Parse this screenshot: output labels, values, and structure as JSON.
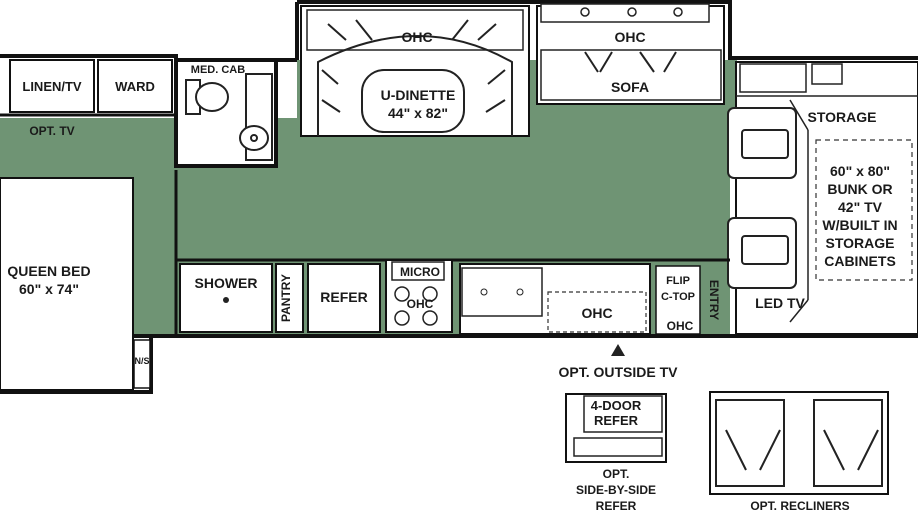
{
  "colors": {
    "floor": "#6f9474",
    "wall": "#111111",
    "fixture_fill": "#ffffff",
    "line": "#222222"
  },
  "labels": {
    "linen_tv": "LINEN/TV",
    "ward": "WARD",
    "med_cab": "MED. CAB",
    "opt_tv": "OPT. TV",
    "ohc": "OHC",
    "u_dinette": "U-DINETTE",
    "u_dinette_size": "44\" x 82\"",
    "sofa": "SOFA",
    "storage": "STORAGE",
    "bunk_lines": [
      "60\" x 80\"",
      "BUNK OR",
      "42\" TV",
      "W/BUILT IN",
      "STORAGE",
      "CABINETS"
    ],
    "queen_bed": "QUEEN BED",
    "queen_bed_size": "60\" x 74\"",
    "shower": "SHOWER",
    "pantry": "PANTRY",
    "refer": "REFER",
    "micro": "MICRO",
    "flip": "FLIP",
    "c_top": "C-TOP",
    "entry": "ENTRY",
    "led_tv": "LED TV",
    "ns": "N/S",
    "opt_outside_tv": "OPT. OUTSIDE TV",
    "four_door": "4-DOOR",
    "four_door_refer": "REFER",
    "opt_side_by_side": [
      "OPT.",
      "SIDE-BY-SIDE",
      "REFER"
    ],
    "opt_recliners": "OPT. RECLINERS"
  },
  "icons": {
    "toilet": "toilet-icon",
    "sink": "sink-icon",
    "stove": "stove-icon",
    "kitchen_sink": "kitchen-sink-icon",
    "outside_tv_marker": "triangle-up-icon"
  }
}
